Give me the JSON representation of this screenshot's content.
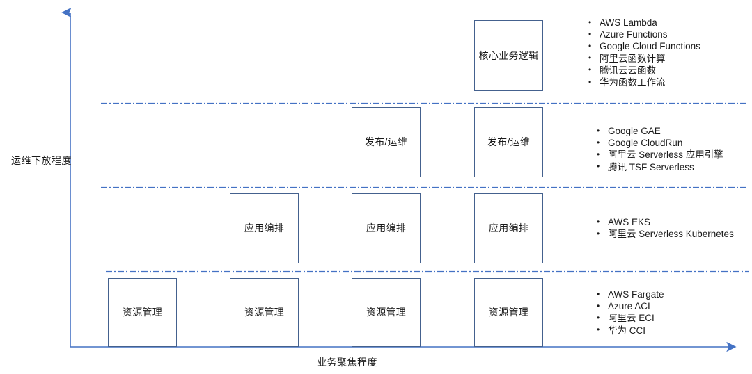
{
  "chart_data": {
    "type": "diagram",
    "title": "",
    "xlabel": "业务聚焦程度",
    "ylabel": "运维下放程度",
    "grid": false,
    "legend_position": "right",
    "columns": [
      {
        "index": 1,
        "layers": [
          "资源管理"
        ]
      },
      {
        "index": 2,
        "layers": [
          "应用编排",
          "资源管理"
        ]
      },
      {
        "index": 3,
        "layers": [
          "发布/运维",
          "应用编排",
          "资源管理"
        ]
      },
      {
        "index": 4,
        "layers": [
          "核心业务逻辑",
          "发布/运维",
          "应用编排",
          "资源管理"
        ]
      }
    ],
    "bands": [
      {
        "label": "核心业务逻辑",
        "products": [
          "AWS Lambda",
          "Azure Functions",
          "Google Cloud Functions",
          "阿里云函数计算",
          "腾讯云云函数",
          "华为函数工作流"
        ]
      },
      {
        "label": "发布/运维",
        "products": [
          "Google GAE",
          "Google CloudRun",
          "阿里云 Serverless 应用引擎",
          "腾讯 TSF Serverless"
        ]
      },
      {
        "label": "应用编排",
        "products": [
          "AWS EKS",
          "阿里云 Serverless Kubernetes"
        ]
      },
      {
        "label": "资源管理",
        "products": [
          "AWS Fargate",
          "Azure ACI",
          "阿里云 ECI",
          "华为 CCI"
        ]
      }
    ]
  },
  "axes": {
    "y_label": "运维下放程度",
    "x_label": "业务聚焦程度",
    "axis_color": "#4472C4",
    "divider_color": "#4472C4"
  },
  "boxes": {
    "core_logic": "核心业务逻辑",
    "release_ops": "发布/运维",
    "app_orchestration": "应用编排",
    "resource_management": "资源管理",
    "border_color": "#44618E"
  },
  "legend": {
    "group1": {
      "items": [
        "AWS Lambda",
        "Azure Functions",
        "Google Cloud Functions",
        "阿里云函数计算",
        "腾讯云云函数",
        "华为函数工作流"
      ]
    },
    "group2": {
      "items": [
        "Google GAE",
        "Google CloudRun",
        "阿里云 Serverless 应用引擎",
        "腾讯 TSF Serverless"
      ]
    },
    "group3": {
      "items": [
        "AWS EKS",
        "阿里云 Serverless Kubernetes"
      ]
    },
    "group4": {
      "items": [
        "AWS Fargate",
        "Azure ACI",
        "阿里云 ECI",
        "华为 CCI"
      ]
    }
  }
}
